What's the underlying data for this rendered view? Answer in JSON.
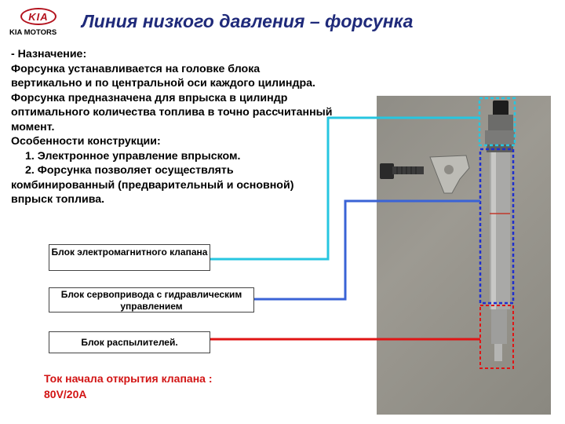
{
  "logo": {
    "emblem": "KIA",
    "text": "KIA MOTORS"
  },
  "title": "Линия низкого давления – форсунка",
  "body": {
    "purpose_heading": " - Назначение:",
    "purpose_text": "Форсунка устанавливается на головке блока вертикально и по  центральной оси каждого цилиндра. Форсунка предназначена для впрыска в цилиндр оптимального количества топлива в точно рассчитанный момент.",
    "features_heading": "Особенности конструкции:",
    "feature_1": "1. Электронное управление впрыском.",
    "feature_2": "2. Форсунка позволяет осуществлять комбинированный (предварительный и основной) впрыск топлива."
  },
  "labels": {
    "solenoid": "Блок электромагнитного клапана",
    "servo": "Блок сервопривода с гидравлическим управлением",
    "nozzle": "Блок распылителей."
  },
  "current": {
    "line1": "Ток начала открытия клапана :",
    "line2": "80V/20A"
  },
  "colors": {
    "title": "#1f2a7a",
    "brand_red": "#b3121d",
    "cyan_line": "#27c6e0",
    "blue_line": "#3a63d6",
    "red_line": "#e01515",
    "current_text": "#d21414"
  }
}
